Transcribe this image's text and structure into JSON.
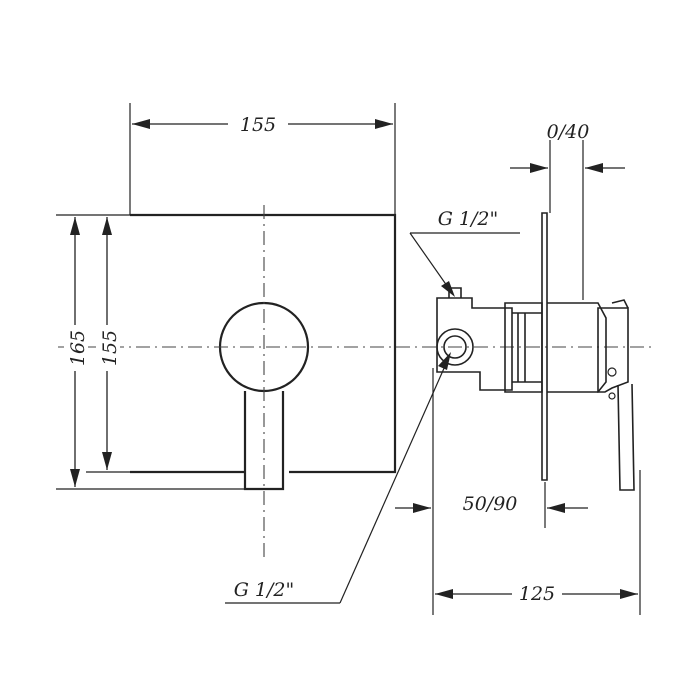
{
  "drawing": {
    "dimensions": {
      "plate_width": "155",
      "plate_height_outer": "165",
      "plate_height_inner": "155",
      "wall_adjust": "0/40",
      "body_depth": "50/90",
      "total_depth": "125"
    },
    "threads": {
      "top_connection": "G 1/2\"",
      "bottom_connection": "G 1/2\""
    }
  }
}
